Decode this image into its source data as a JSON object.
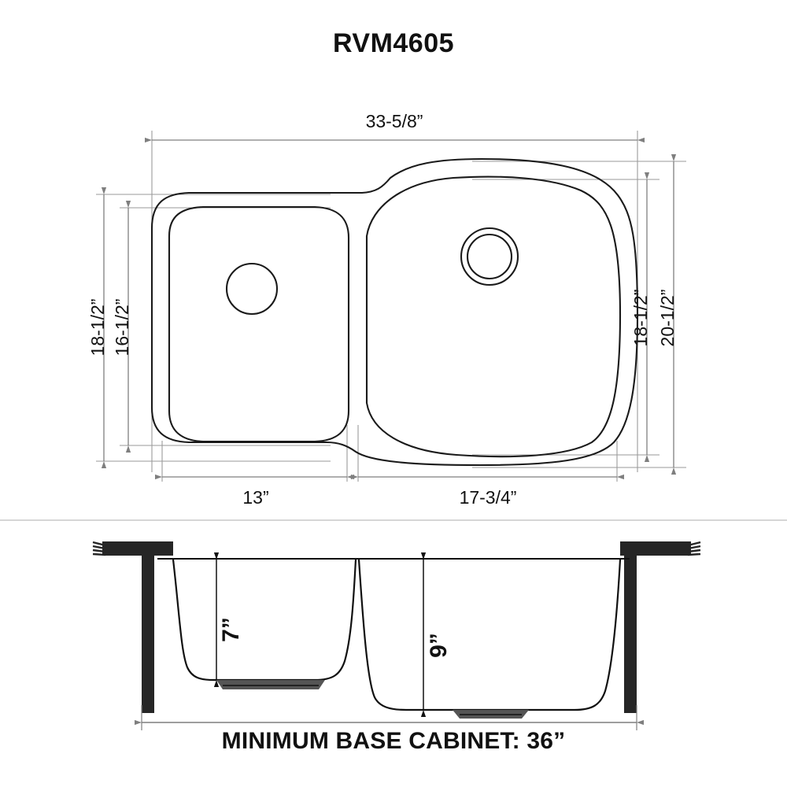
{
  "page": {
    "model_title": "RVM4605",
    "bottom_caption": "MINIMUM BASE CABINET: 36”",
    "background_color": "#ffffff",
    "line_color": "#7f7f7f",
    "outline_color": "#1a1a1a",
    "solid_color": "#262626"
  },
  "top_view": {
    "label": "top-view",
    "overall_width": "33-5/8”",
    "left_outer_height": "18-1/2”",
    "left_inner_height": "16-1/2”",
    "right_inner_height": "18-1/2”",
    "right_outer_height": "20-1/2”",
    "left_bowl_width": "13”",
    "right_bowl_width": "17-3/4”",
    "left_bowl": {
      "name": "left-bowl",
      "drain": "single-ring"
    },
    "right_bowl": {
      "name": "right-bowl",
      "drain": "double-ring"
    }
  },
  "section_view": {
    "label": "cross-section-view",
    "left_bowl_depth": "7”",
    "right_bowl_depth": "9”",
    "base_cabinet_dimension": "36”"
  }
}
